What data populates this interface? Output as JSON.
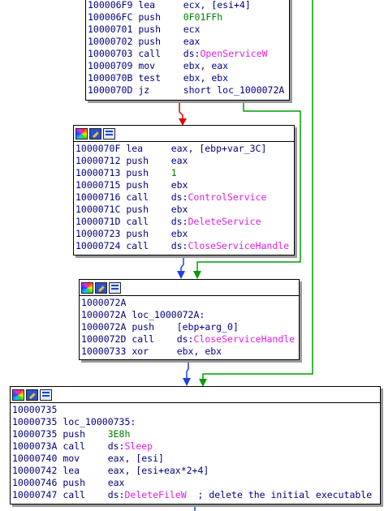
{
  "colors": {
    "address": "#000080",
    "mnemonic": "#000080",
    "number": "#008000",
    "import_function": "#e020e0",
    "edge_true": "#00a000",
    "edge_false": "#e00000",
    "edge_uncond": "#2040e0"
  },
  "block_icons": [
    "color-palette-icon",
    "edit-icon",
    "graph-icon"
  ],
  "blocks": [
    {
      "lines": [
        [
          {
            "t": "100006F9 ",
            "c": "addr"
          },
          {
            "t": "lea     ",
            "c": "mn"
          },
          {
            "t": "ecx, [esi+4]",
            "c": "op"
          }
        ],
        [
          {
            "t": "100006FC ",
            "c": "addr"
          },
          {
            "t": "push    ",
            "c": "mn"
          },
          {
            "t": "0F01FFh",
            "c": "num"
          }
        ],
        [
          {
            "t": "10000701 ",
            "c": "addr"
          },
          {
            "t": "push    ",
            "c": "mn"
          },
          {
            "t": "ecx",
            "c": "op"
          }
        ],
        [
          {
            "t": "10000702 ",
            "c": "addr"
          },
          {
            "t": "push    ",
            "c": "mn"
          },
          {
            "t": "eax",
            "c": "op"
          }
        ],
        [
          {
            "t": "10000703 ",
            "c": "addr"
          },
          {
            "t": "call    ",
            "c": "mn"
          },
          {
            "t": "ds:",
            "c": "op"
          },
          {
            "t": "OpenServiceW",
            "c": "fn"
          }
        ],
        [
          {
            "t": "10000709 ",
            "c": "addr"
          },
          {
            "t": "mov     ",
            "c": "mn"
          },
          {
            "t": "ebx, eax",
            "c": "op"
          }
        ],
        [
          {
            "t": "1000070B ",
            "c": "addr"
          },
          {
            "t": "test    ",
            "c": "mn"
          },
          {
            "t": "ebx, ebx",
            "c": "op"
          }
        ],
        [
          {
            "t": "1000070D ",
            "c": "addr"
          },
          {
            "t": "jz      ",
            "c": "mn"
          },
          {
            "t": "short loc_1000072A",
            "c": "op"
          }
        ]
      ]
    },
    {
      "lines": [
        [
          {
            "t": "1000070F ",
            "c": "addr"
          },
          {
            "t": "lea     ",
            "c": "mn"
          },
          {
            "t": "eax, [ebp+var_3C]",
            "c": "op"
          }
        ],
        [
          {
            "t": "10000712 ",
            "c": "addr"
          },
          {
            "t": "push    ",
            "c": "mn"
          },
          {
            "t": "eax",
            "c": "op"
          }
        ],
        [
          {
            "t": "10000713 ",
            "c": "addr"
          },
          {
            "t": "push    ",
            "c": "mn"
          },
          {
            "t": "1",
            "c": "num"
          }
        ],
        [
          {
            "t": "10000715 ",
            "c": "addr"
          },
          {
            "t": "push    ",
            "c": "mn"
          },
          {
            "t": "ebx",
            "c": "op"
          }
        ],
        [
          {
            "t": "10000716 ",
            "c": "addr"
          },
          {
            "t": "call    ",
            "c": "mn"
          },
          {
            "t": "ds:",
            "c": "op"
          },
          {
            "t": "ControlService",
            "c": "fn"
          }
        ],
        [
          {
            "t": "1000071C ",
            "c": "addr"
          },
          {
            "t": "push    ",
            "c": "mn"
          },
          {
            "t": "ebx",
            "c": "op"
          }
        ],
        [
          {
            "t": "1000071D ",
            "c": "addr"
          },
          {
            "t": "call    ",
            "c": "mn"
          },
          {
            "t": "ds:",
            "c": "op"
          },
          {
            "t": "DeleteService",
            "c": "fn"
          }
        ],
        [
          {
            "t": "10000723 ",
            "c": "addr"
          },
          {
            "t": "push    ",
            "c": "mn"
          },
          {
            "t": "ebx",
            "c": "op"
          }
        ],
        [
          {
            "t": "10000724 ",
            "c": "addr"
          },
          {
            "t": "call    ",
            "c": "mn"
          },
          {
            "t": "ds:",
            "c": "op"
          },
          {
            "t": "CloseServiceHandle",
            "c": "fn"
          }
        ]
      ]
    },
    {
      "lines": [
        [
          {
            "t": "1000072A",
            "c": "addr"
          }
        ],
        [
          {
            "t": "1000072A ",
            "c": "addr"
          },
          {
            "t": "loc_1000072A:",
            "c": "op"
          }
        ],
        [
          {
            "t": "1000072A ",
            "c": "addr"
          },
          {
            "t": "push    ",
            "c": "mn"
          },
          {
            "t": "[ebp+arg_0]",
            "c": "op"
          }
        ],
        [
          {
            "t": "1000072D ",
            "c": "addr"
          },
          {
            "t": "call    ",
            "c": "mn"
          },
          {
            "t": "ds:",
            "c": "op"
          },
          {
            "t": "CloseServiceHandle",
            "c": "fn"
          }
        ],
        [
          {
            "t": "10000733 ",
            "c": "addr"
          },
          {
            "t": "xor     ",
            "c": "mn"
          },
          {
            "t": "ebx, ebx",
            "c": "op"
          }
        ]
      ]
    },
    {
      "lines": [
        [
          {
            "t": "10000735",
            "c": "addr"
          }
        ],
        [
          {
            "t": "10000735 ",
            "c": "addr"
          },
          {
            "t": "loc_10000735:",
            "c": "op"
          }
        ],
        [
          {
            "t": "10000735 ",
            "c": "addr"
          },
          {
            "t": "push    ",
            "c": "mn"
          },
          {
            "t": "3E8h",
            "c": "num"
          }
        ],
        [
          {
            "t": "1000073A ",
            "c": "addr"
          },
          {
            "t": "call    ",
            "c": "mn"
          },
          {
            "t": "ds:",
            "c": "op"
          },
          {
            "t": "Sleep",
            "c": "fn"
          }
        ],
        [
          {
            "t": "10000740 ",
            "c": "addr"
          },
          {
            "t": "mov     ",
            "c": "mn"
          },
          {
            "t": "eax, [esi]",
            "c": "op"
          }
        ],
        [
          {
            "t": "10000742 ",
            "c": "addr"
          },
          {
            "t": "lea     ",
            "c": "mn"
          },
          {
            "t": "eax, [esi+eax*2+4]",
            "c": "op"
          }
        ],
        [
          {
            "t": "10000746 ",
            "c": "addr"
          },
          {
            "t": "push    ",
            "c": "mn"
          },
          {
            "t": "eax",
            "c": "op"
          }
        ],
        [
          {
            "t": "10000747 ",
            "c": "addr"
          },
          {
            "t": "call    ",
            "c": "mn"
          },
          {
            "t": "ds:",
            "c": "op"
          },
          {
            "t": "DeleteFileW",
            "c": "fn"
          },
          {
            "t": "  ; delete the initial executable",
            "c": "cmt"
          }
        ]
      ]
    }
  ]
}
